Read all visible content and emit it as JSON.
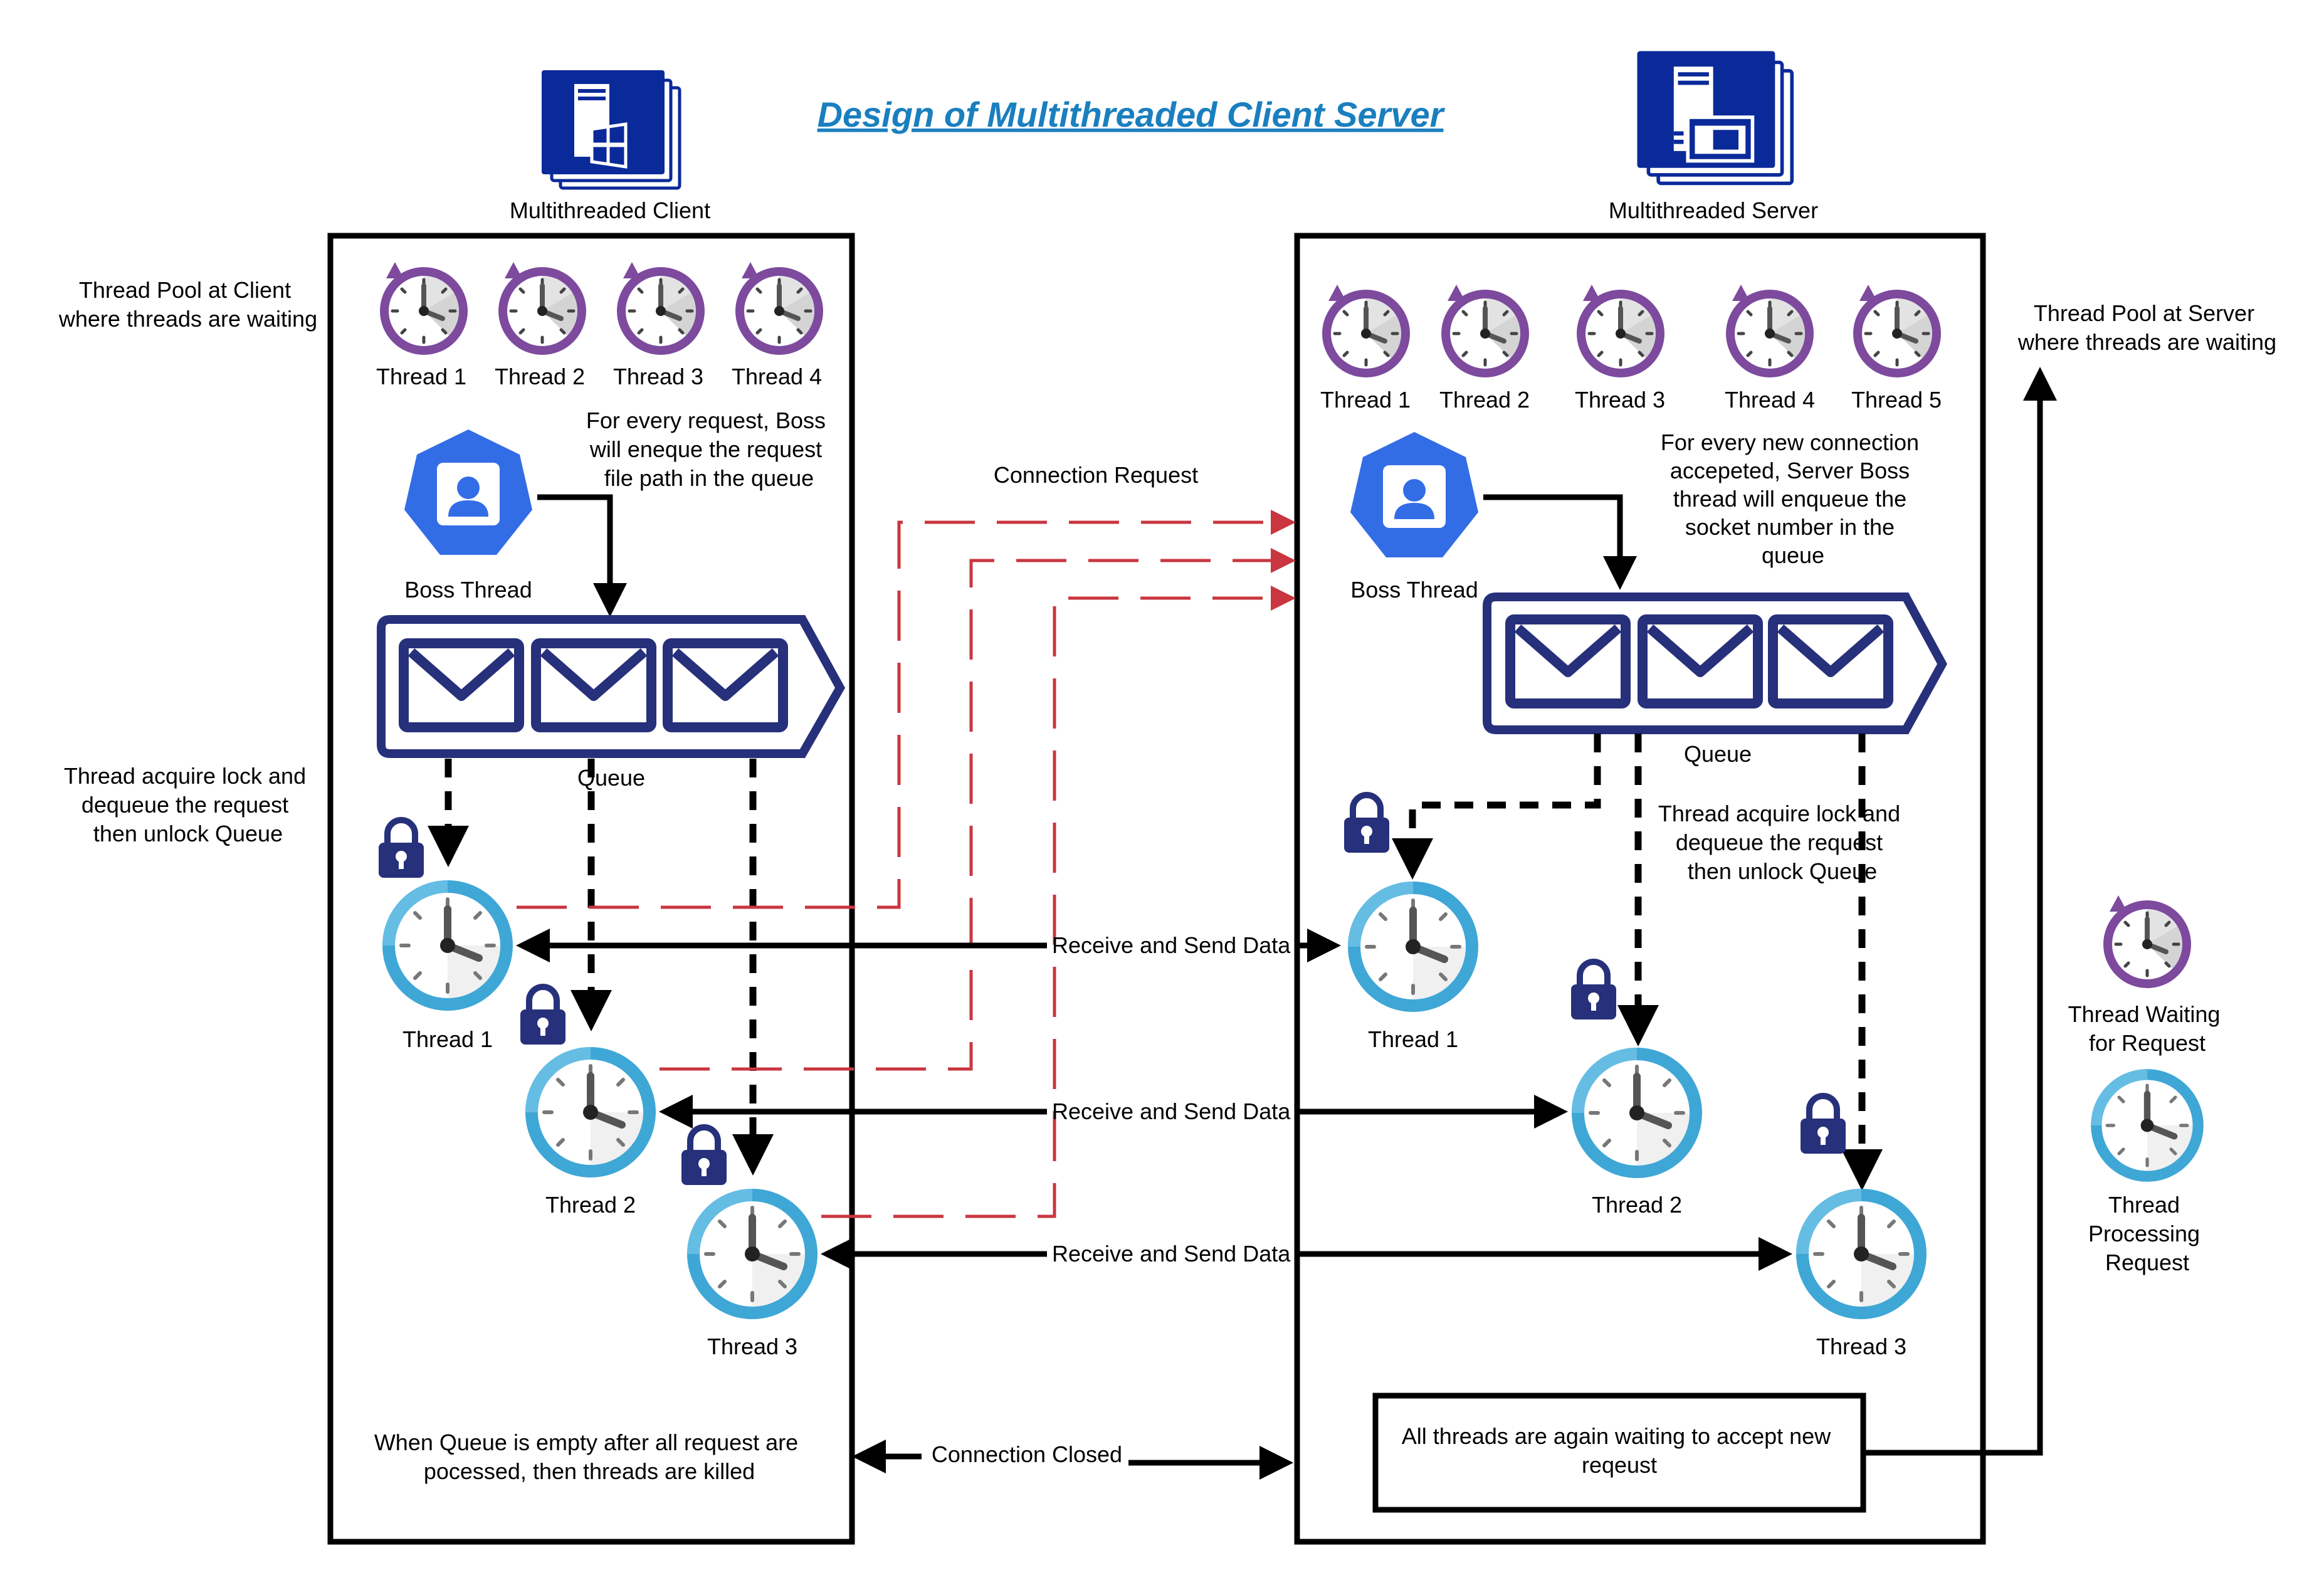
{
  "title": "Design of Multithreaded Client Server",
  "client": {
    "label": "Multithreaded Client",
    "pool_note": [
      "Thread Pool at Client",
      "where threads are waiting"
    ],
    "pool_threads": [
      "Thread 1",
      "Thread 2",
      "Thread 3",
      "Thread 4"
    ],
    "boss_label": "Boss Thread",
    "boss_note": [
      "For every request, Boss",
      "will eneque the request",
      "file path in the queue"
    ],
    "queue_label": "Queue",
    "dequeue_note": [
      "Thread acquire lock and",
      "dequeue the request",
      "then unlock Queue"
    ],
    "workers": [
      "Thread 1",
      "Thread 2",
      "Thread 3"
    ],
    "end_note": [
      "When Queue is empty after all request are",
      "pocessed, then threads are killed"
    ]
  },
  "server": {
    "label": "Multithreaded Server",
    "pool_note": [
      "Thread Pool at Server",
      "where threads are waiting"
    ],
    "pool_threads": [
      "Thread 1",
      "Thread 2",
      "Thread 3",
      "Thread 4",
      "Thread 5"
    ],
    "boss_label": "Boss Thread",
    "boss_note": [
      "For every new connection",
      "accepeted, Server Boss",
      "thread will enqueue the",
      "socket number in the",
      "queue"
    ],
    "queue_label": "Queue",
    "dequeue_note": [
      "Thread acquire lock and",
      "dequeue the request",
      "then unlock Queue"
    ],
    "workers": [
      "Thread 1",
      "Thread 2",
      "Thread 3"
    ],
    "end_note": [
      "All threads are again waiting to accept new",
      "reqeust"
    ]
  },
  "links": {
    "connection_request": "Connection Request",
    "data": [
      "Receive and Send Data",
      "Receive and Send Data",
      "Receive and Send Data"
    ],
    "connection_closed": "Connection Closed"
  },
  "legend": {
    "waiting": [
      "Thread Waiting",
      "for Request"
    ],
    "processing": [
      "Thread",
      "Processing",
      "Request"
    ]
  },
  "colors": {
    "navy": "#27307a",
    "server_blue": "#0b2a9a",
    "purple": "#7d4a9e",
    "clock_blue": "#3fa7d6",
    "boss_blue": "#326de6",
    "red_dash": "#c9363f",
    "title_blue": "#1a7fbf"
  },
  "icons": [
    "windows-server-icon",
    "server-icon",
    "stopwatch-icon",
    "clock-icon",
    "padlock-icon",
    "envelope-icon",
    "kubernetes-user-icon"
  ]
}
